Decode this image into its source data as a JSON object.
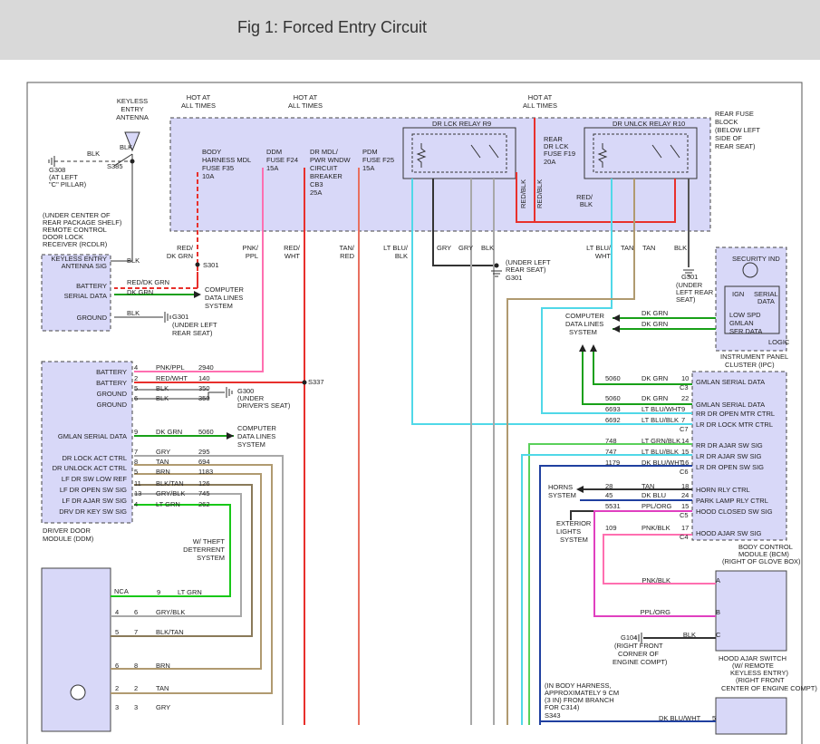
{
  "title": "Fig 1: Forced Entry Circuit",
  "labels": {
    "hot1": [
      "HOT AT",
      "ALL TIMES"
    ],
    "hot2": [
      "HOT AT",
      "ALL TIMES"
    ],
    "hot3": [
      "HOT AT",
      "ALL TIMES"
    ],
    "antenna": [
      "KEYLESS",
      "ENTRY",
      "ANTENNA"
    ],
    "g308": [
      "G308",
      "(AT LEFT",
      "\"C\" PILLAR)"
    ],
    "s385": "S385",
    "blk": "BLK",
    "fuse_f35": [
      "BODY",
      "HARNESS MDL",
      "FUSE F35",
      "10A"
    ],
    "fuse_f24": [
      "DDM",
      "FUSE F24",
      "15A"
    ],
    "cb3": [
      "DR MDL/",
      "PWR WNDW",
      "CIRCUIT",
      "BREAKER",
      "CB3",
      "25A"
    ],
    "fuse_f25": [
      "PDM",
      "FUSE F25",
      "15A"
    ],
    "relay_r9": "DR LCK RELAY R9",
    "relay_r10": "DR UNLCK RELAY R10",
    "fuse_f19": [
      "REAR",
      "DR LCK",
      "FUSE F19",
      "20A"
    ],
    "rear_fuse_block": [
      "REAR FUSE",
      "BLOCK",
      "(BELOW LEFT",
      "SIDE OF",
      "REAR SEAT)"
    ],
    "rcdlr": [
      "(UNDER CENTER OF",
      "REAR PACKAGE SHELF)",
      "REMOTE CONTROL",
      "DOOR LOCK",
      "RECEIVER (RCDLR)"
    ],
    "rcdlr_pins": [
      "KEYLESS ENTRY",
      "ANTENNA SIG",
      "BATTERY",
      "SERIAL DATA",
      "GROUND"
    ],
    "s301": "S301",
    "g301": "G301",
    "g301_note": [
      "(UNDER LEFT",
      "REAR SEAT)"
    ],
    "g301_rear": [
      "G301",
      "(UNDER",
      "LEFT REAR",
      "SEAT)"
    ],
    "computer_data": [
      "COMPUTER",
      "DATA LINES",
      "SYSTEM"
    ],
    "ddm_pins": [
      "BATTERY",
      "BATTERY",
      "GROUND",
      "GROUND",
      "GMLAN SERIAL DATA",
      "DR LOCK ACT CTRL",
      "DR UNLOCK ACT CTRL",
      "LF DR SW LOW REF",
      "LF DR OPEN SW SIG",
      "LF DR AJAR SW SIG",
      "DRV DR KEY SW SIG"
    ],
    "ddm_name": [
      "DRIVER DOOR",
      "MODULE (DDM)"
    ],
    "ddm_rows": [
      {
        "pin": "4",
        "color": "PNK/PPL",
        "circuit": "2940"
      },
      {
        "pin": "2",
        "color": "RED/WHT",
        "circuit": "140"
      },
      {
        "pin": "5",
        "color": "BLK",
        "circuit": "350"
      },
      {
        "pin": "6",
        "color": "BLK",
        "circuit": "350"
      },
      {
        "pin": "9",
        "color": "DK GRN",
        "circuit": "5060"
      },
      {
        "pin": "7",
        "color": "GRY",
        "circuit": "295"
      },
      {
        "pin": "8",
        "color": "TAN",
        "circuit": "694"
      },
      {
        "pin": "5",
        "color": "BRN",
        "circuit": "1183"
      },
      {
        "pin": "11",
        "color": "BLK/TAN",
        "circuit": "126"
      },
      {
        "pin": "13",
        "color": "GRY/BLK",
        "circuit": "745"
      },
      {
        "pin": "4",
        "color": "LT GRN",
        "circuit": "262"
      }
    ],
    "g300": [
      "G300",
      "(UNDER",
      "DRIVER'S SEAT)"
    ],
    "s337": "S337",
    "theft": [
      "W/ THEFT",
      "DETERRENT",
      "SYSTEM"
    ],
    "ipc": [
      "INSTRUMENT PANEL",
      "CLUSTER (IPC)"
    ],
    "ipc_inner": [
      "SECURITY IND",
      "IGN",
      "SERIAL",
      "DATA",
      "LOW SPD",
      "GMLAN",
      "SER DATA",
      "LOGIC"
    ],
    "bcm_pins": [
      "GMLAN SERIAL DATA",
      "GMLAN SERIAL DATA",
      "RR DR OPEN MTR CTRL",
      "LR DR LOCK MTR CTRL",
      "RR DR AJAR SW SIG",
      "LR DR AJAR SW SIG",
      "LR DR OPEN SW SIG",
      "HORN RLY CTRL",
      "PARK LAMP RLY CTRL",
      "HOOD CLOSED SW SIG",
      "HOOD AJAR SW SIG"
    ],
    "bcm_name": [
      "BODY CONTROL",
      "MODULE (BCM)",
      "(RIGHT OF GLOVE BOX)"
    ],
    "bcm_rows": [
      {
        "pin": "10",
        "color": "DK GRN",
        "circuit": "5060",
        "conn": "C3"
      },
      {
        "pin": "22",
        "color": "DK GRN",
        "circuit": "5060",
        "conn": ""
      },
      {
        "pin": "9",
        "color": "LT BLU/WHT",
        "circuit": "6693",
        "conn": ""
      },
      {
        "pin": "7",
        "color": "LT BLU/BLK",
        "circuit": "6692",
        "conn": "C7"
      },
      {
        "pin": "14",
        "color": "LT GRN/BLK",
        "circuit": "748",
        "conn": ""
      },
      {
        "pin": "15",
        "color": "LT BLU/BLK",
        "circuit": "747",
        "conn": ""
      },
      {
        "pin": "16",
        "color": "DK BLU/WHT",
        "circuit": "1179",
        "conn": "C6"
      },
      {
        "pin": "18",
        "color": "TAN",
        "circuit": "28",
        "conn": ""
      },
      {
        "pin": "24",
        "color": "DK BLU",
        "circuit": "45",
        "conn": ""
      },
      {
        "pin": "15",
        "color": "PPL/ORG",
        "circuit": "5531",
        "conn": "C5"
      },
      {
        "pin": "17",
        "color": "PNK/BLK",
        "circuit": "109",
        "conn": "C4"
      }
    ],
    "horns": [
      "HORNS",
      "SYSTEM"
    ],
    "ext_lights": [
      "EXTERIOR",
      "LIGHTS",
      "SYSTEM"
    ],
    "hood_switch": [
      "HOOD AJAR SWITCH",
      "(W/ REMOTE",
      "KEYLESS ENTRY)",
      "(RIGHT FRONT",
      "CENTER OF ENGINE COMPT)"
    ],
    "g104": [
      "G104",
      "(RIGHT FRONT",
      "CORNER OF",
      "ENGINE COMPT)"
    ],
    "body_harness": [
      "(IN BODY HARNESS,",
      "APPROXIMATELY 9 CM",
      "(3 IN) FROM BRANCH",
      "FOR C314)",
      "S343"
    ],
    "nca": "NCA",
    "wire_labels_top": [
      "RED/",
      "DK GRN",
      "PNK/",
      "PPL",
      "RED/",
      "WHT",
      "TAN/",
      "RED",
      "LT BLU/",
      "BLK",
      "GRY",
      "GRY",
      "BLK",
      "LT BLU/",
      "WHT",
      "TAN",
      "TAN",
      "BLK",
      "RED/BLK",
      "RED/BLK",
      "RED/",
      "BLK"
    ],
    "rcdlr_rows": [
      "RED/DK GRN",
      "DK GRN",
      "BLK"
    ],
    "ipc_rows": [
      "DK GRN",
      "DK GRN"
    ]
  },
  "colors": {
    "module_fill": "#d8d8f8",
    "red": "#e8302c",
    "pink": "#ff6fb0",
    "green": "#18a018",
    "cyan": "#50d8e8",
    "tan": "#b09a70",
    "gray": "#a8a8a8",
    "black": "#333333"
  }
}
